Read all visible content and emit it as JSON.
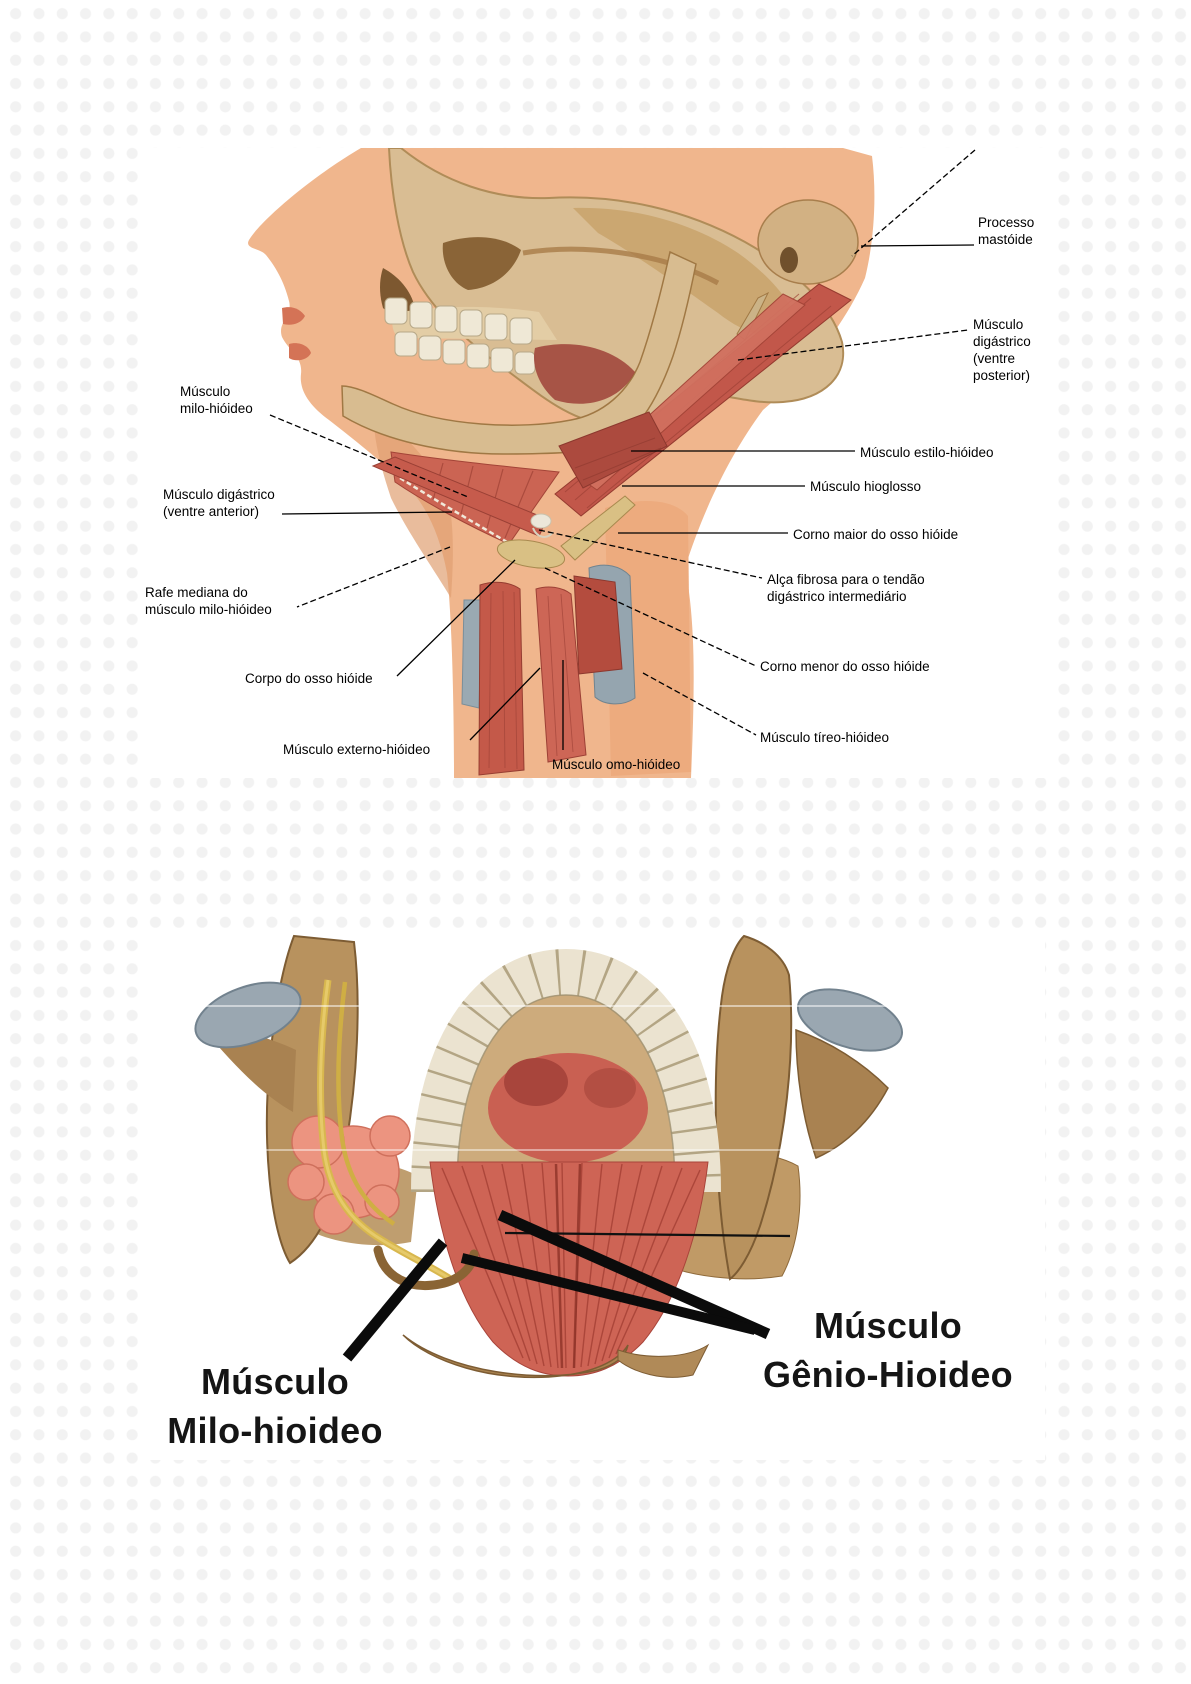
{
  "figure1": {
    "labels": {
      "musculo_milo_hioideo": "Músculo\nmilo-hióideo",
      "musculo_digastrico_ventre_anterior": "Músculo digástrico\n(ventre anterior)",
      "rafe_mediana": "Rafe mediana do\nmúsculo milo-hióideo",
      "corpo_do_osso_hioide": "Corpo do osso hióide",
      "musculo_externo_hioideo": "Músculo externo-hióideo",
      "musculo_omo_hioideo": "Músculo omo-hióideo",
      "processo_mastoide": "Processo\nmastóide",
      "musculo_digastrico_ventre_posterior": "Músculo\ndigástrico\n(ventre\nposterior)",
      "musculo_estilo_hioideo": "Músculo estilo-hióideo",
      "musculo_hioglosso": "Músculo hioglosso",
      "corno_maior_do_osso_hioide": "Corno maior do osso hióide",
      "alca_fibrosa": "Alça fibrosa para o tendão\ndigástrico intermediário",
      "corno_menor_do_osso_hioide": "Corno menor do osso hióide",
      "musculo_tireo_hioideo": "Músculo tíreo-hióideo"
    }
  },
  "figure2": {
    "labels": {
      "musculo_milo_hioideo": "Músculo\nMilo-hioideo",
      "musculo_genio_hioideo": "Músculo\nGênio-Hioideo"
    }
  },
  "colors": {
    "muscle_red": "#c2574a",
    "bone_tan": "#d9bd93",
    "skin": "#f0b68d",
    "cartilage_gray": "#95a5af",
    "nerve_yellow": "#d8b74e",
    "teeth": "#ebe3d0",
    "gland_pink": "#ec9480",
    "label_text": "#000000",
    "big_label_text": "#151515",
    "background_dot": "#f2f2f2"
  }
}
